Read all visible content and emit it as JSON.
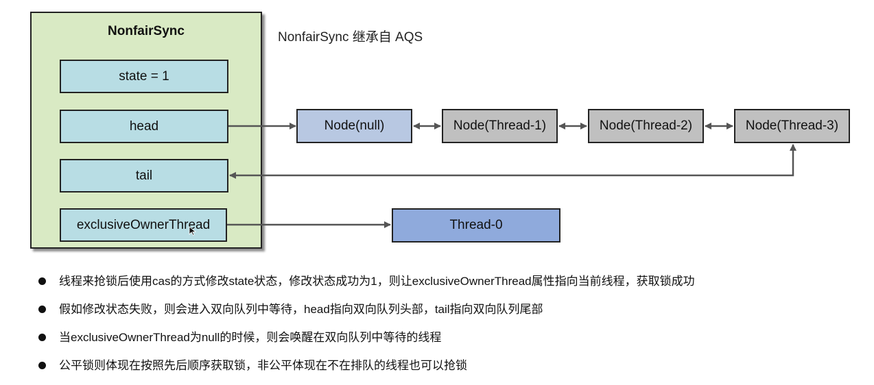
{
  "outer_box": {
    "title": "NonfairSync"
  },
  "fields": {
    "state": "state = 1",
    "head": "head",
    "tail": "tail",
    "owner": "exclusiveOwnerThread"
  },
  "subtitle": "NonfairSync 继承自 AQS",
  "nodes": {
    "n0": "Node(null)",
    "n1": "Node(Thread-1)",
    "n2": "Node(Thread-2)",
    "n3": "Node(Thread-3)"
  },
  "owner_thread": "Thread-0",
  "bullets": [
    "线程来抢锁后使用cas的方式修改state状态，修改状态成功为1，则让exclusiveOwnerThread属性指向当前线程，获取锁成功",
    "假如修改状态失败，则会进入双向队列中等待，head指向双向队列头部，tail指向双向队列尾部",
    "当exclusiveOwnerThread为null的时候，则会唤醒在双向队列中等待的线程",
    "公平锁则体现在按照先后顺序获取锁，非公平体现在不在排队的线程也可以抢锁"
  ],
  "colors": {
    "outer_bg": "#d9eac4",
    "field_bg": "#b8dde4",
    "node_null_bg": "#b8c8e2",
    "node_gray_bg": "#c0c0c0",
    "thread0_bg": "#8faadc",
    "arrow": "#555555"
  }
}
